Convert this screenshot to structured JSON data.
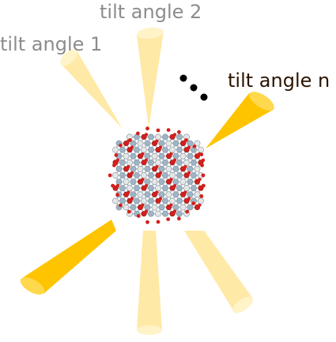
{
  "labels": {
    "tilt1": "tilt angle 1",
    "tilt2": "tilt angle 2",
    "tiltn": "tilt angle n"
  },
  "colors": {
    "beam_light": "#ffe9a6",
    "beam_light_edge": "#fff3c8",
    "beam_strong": "#ffc400",
    "beam_strong_edge": "#ffd84d",
    "label_gray": "#8c8c8c",
    "label_dark": "#2b1400",
    "atom_oxygen": "#d2201c",
    "atom_metal": "#9fb4c4",
    "atom_light": "#e7e7e7",
    "dots": "#000000"
  },
  "icons": {
    "crystal": "nanocrystal-lattice",
    "ellipsis": "three-dots-ellipsis"
  }
}
